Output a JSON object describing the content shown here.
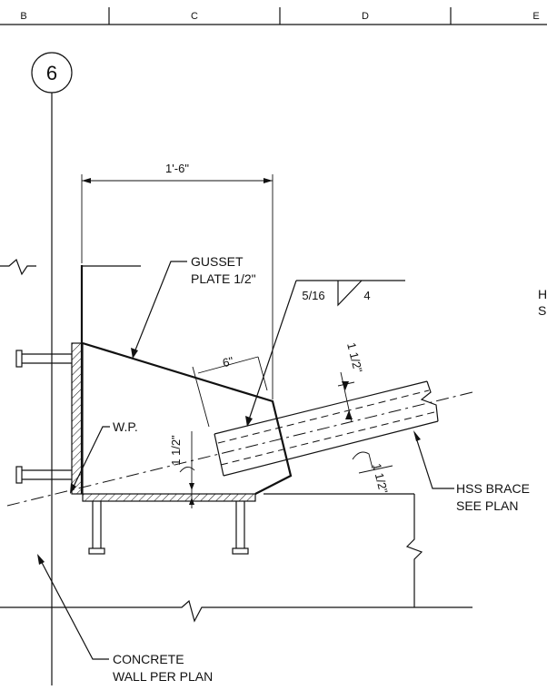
{
  "grid": {
    "columns": [
      "B",
      "C",
      "D",
      "E"
    ],
    "row": "6"
  },
  "dimensions": {
    "overall": "1'-6\"",
    "gusset_edge": "6\"",
    "brace_offset_top": "1 1/2\"",
    "brace_offset_bottom": "1 1/2\"",
    "plate_offset": "1 1/2\""
  },
  "weld": {
    "size": "5/16",
    "length": "4"
  },
  "labels": {
    "gusset_line1": "GUSSET",
    "gusset_line2": "PLATE 1/2\"",
    "work_point": "W.P.",
    "brace_line1": "HSS BRACE",
    "brace_line2": "SEE PLAN",
    "wall_line1": "CONCRETE",
    "wall_line2": "WALL PER PLAN",
    "edge_line1": "H",
    "edge_line2": "S"
  }
}
